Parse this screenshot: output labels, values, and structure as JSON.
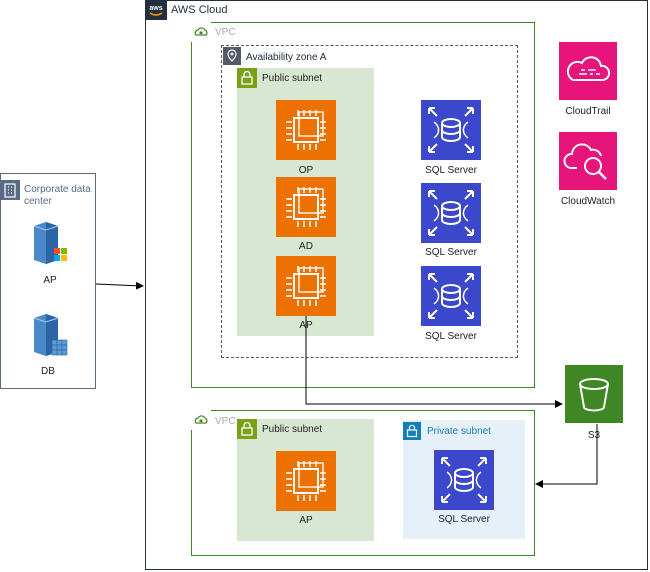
{
  "aws_cloud": {
    "title": "AWS Cloud"
  },
  "vpc_top": {
    "title": "VPC"
  },
  "vpc_bottom": {
    "title": "VPC"
  },
  "availability_zone": {
    "title": "Availability zone A"
  },
  "public_subnet_top": {
    "title": "Public subnet",
    "instances": [
      "OP",
      "AD",
      "AP"
    ]
  },
  "sql_servers_top": [
    "SQL Server",
    "SQL Server",
    "SQL Server"
  ],
  "public_subnet_bottom": {
    "title": "Public subnet",
    "instance": "AP"
  },
  "private_subnet": {
    "title": "Private subnet",
    "instance": "SQL Server"
  },
  "services": {
    "cloudtrail": "CloudTrail",
    "cloudwatch": "CloudWatch",
    "s3": "S3"
  },
  "corporate": {
    "title": "Corporate data center",
    "ap": "AP",
    "db": "DB"
  },
  "colors": {
    "ec2_orange": "#ed7100",
    "rds_blue": "#3b48cc",
    "mgmt_pink": "#e7157b",
    "s3_green": "#3f8624",
    "subnet_green": "#d8e7d2",
    "subnet_blue": "#e6f0f8"
  }
}
